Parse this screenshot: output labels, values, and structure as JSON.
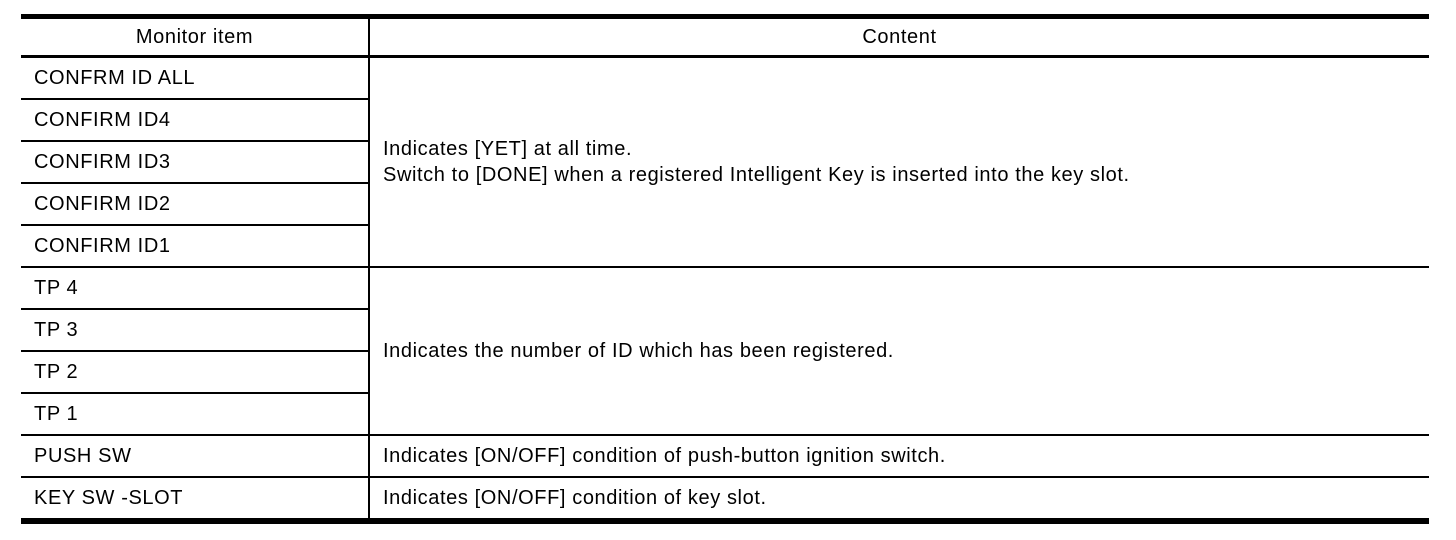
{
  "page": {
    "background": "#ffffff",
    "text_color": "#000000",
    "rule_color": "#000000"
  },
  "table": {
    "headers": {
      "monitor_item": "Monitor item",
      "content": "Content"
    },
    "groups": [
      {
        "items": [
          "CONFRM ID ALL",
          "CONFIRM ID4",
          "CONFIRM ID3",
          "CONFIRM ID2",
          "CONFIRM ID1"
        ],
        "content": "Indicates [YET] at all time.\nSwitch to [DONE] when a registered Intelligent Key is inserted into the key slot."
      },
      {
        "items": [
          "TP 4",
          "TP 3",
          "TP 2",
          "TP 1"
        ],
        "content": "Indicates the number of ID which has been registered."
      },
      {
        "items": [
          "PUSH SW"
        ],
        "content": "Indicates [ON/OFF] condition of push-button ignition switch."
      },
      {
        "items": [
          "KEY SW -SLOT"
        ],
        "content": "Indicates [ON/OFF] condition of key slot."
      }
    ]
  }
}
